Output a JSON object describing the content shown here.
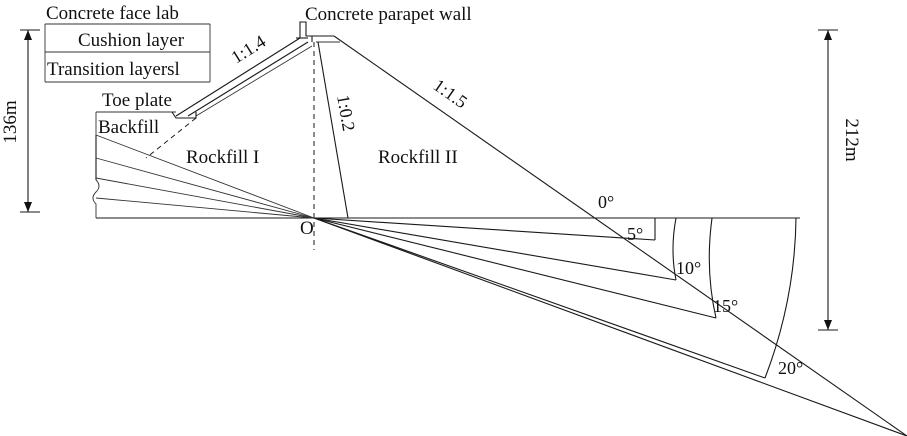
{
  "labels": {
    "concrete_face_slab": "Concrete face lab",
    "cushion_layer": "Cushion layer",
    "transition_layers": "Transition layersl",
    "toe_plate": "Toe plate",
    "backfill": "Backfill",
    "parapet_wall": "Concrete parapet wall",
    "rockfill_1": "Rockfill I",
    "rockfill_2": "Rockfill II",
    "origin": "O"
  },
  "slopes": {
    "upstream": "1:1.4",
    "inner": "1:0.2",
    "downstream": "1:1.5"
  },
  "dimensions": {
    "left_height": "136m",
    "right_height": "212m"
  },
  "angles": [
    "0°",
    "5°",
    "10°",
    "15°",
    "20°"
  ]
}
